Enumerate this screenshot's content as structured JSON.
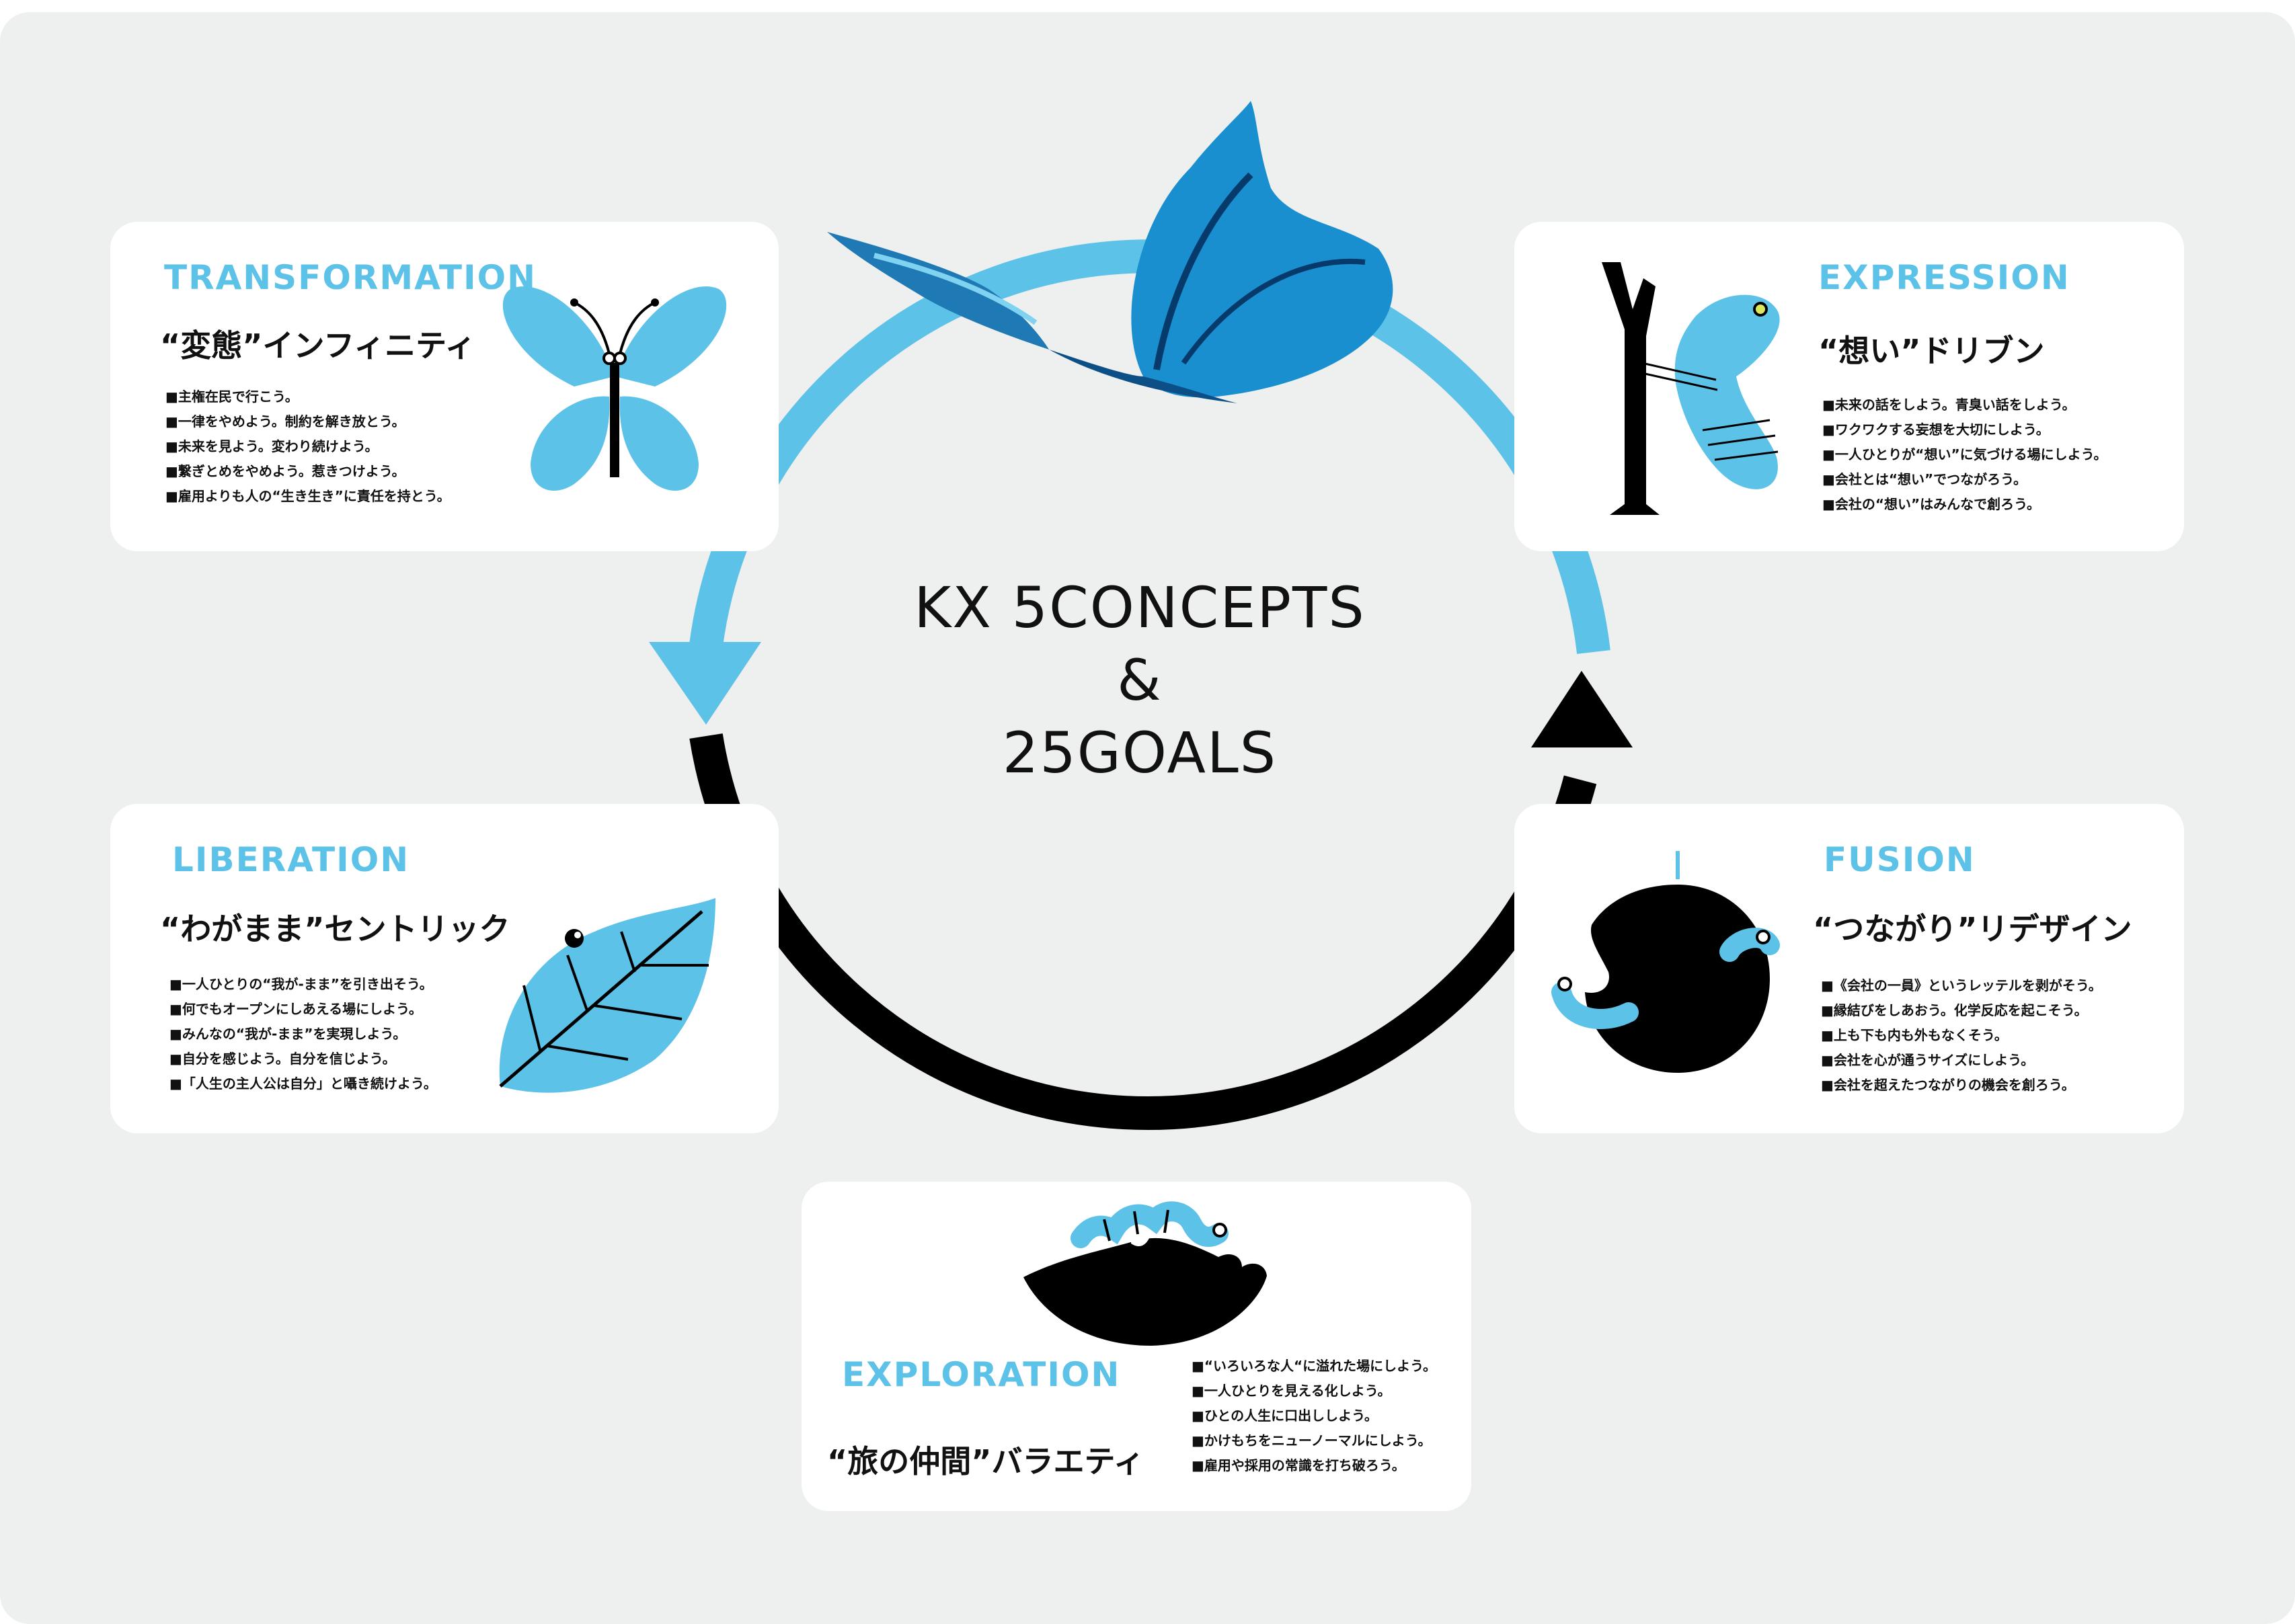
{
  "colors": {
    "background": "#eeefef",
    "card": "#ffffff",
    "accent": "#5dc2e8",
    "dark": "#000000",
    "text": "#111111"
  },
  "center": {
    "line1": "KX 5CONCEPTS",
    "line2": "&",
    "line3": "25GOALS"
  },
  "cards": {
    "transformation": {
      "title": "TRANSFORMATION",
      "subtitle": "“変態”インフィニティ",
      "icon": "butterfly-icon",
      "goals": [
        "■主権在民で行こう。",
        "■一律をやめよう。制約を解き放とう。",
        "■未来を見よう。変わり続けよう。",
        "■繋ぎとめをやめよう。惹きつけよう。",
        "■雇用よりも人の“生き生き”に責任を持とう。"
      ]
    },
    "expression": {
      "title": "EXPRESSION",
      "subtitle": "“想い”ドリブン",
      "icon": "branch-cocoon-icon",
      "goals": [
        "■未来の話をしよう。青臭い話をしよう。",
        "■ワクワクする妄想を大切にしよう。",
        "■一人ひとりが“想い”に気づける場にしよう。",
        "■会社とは“想い”でつながろう。",
        "■会社の“想い”はみんなで創ろう。"
      ]
    },
    "liberation": {
      "title": "LIBERATION",
      "subtitle": "“わがまま”セントリック",
      "icon": "leaf-icon",
      "goals": [
        "■一人ひとりの“我が-まま”を引き出そう。",
        "■何でもオープンにしあえる場にしよう。",
        "■みんなの“我が-まま”を実現しよう。",
        "■自分を感じよう。自分を信じよう。",
        "■「人生の主人公は自分」と囁き続けよう。"
      ]
    },
    "fusion": {
      "title": "FUSION",
      "subtitle": "“つながり”リデザイン",
      "icon": "bitten-apple-worms-icon",
      "goals": [
        "■《会社の一員》というレッテルを剥がそう。",
        "■縁結びをしあおう。化学反応を起こそう。",
        "■上も下も内も外もなくそう。",
        "■会社を心が通うサイズにしよう。",
        "■会社を超えたつながりの機会を創ろう。"
      ]
    },
    "exploration": {
      "title": "EXPLORATION",
      "subtitle": "“旅の仲間”バラエティ",
      "icon": "caterpillar-on-fruit-icon",
      "goals": [
        "■“いろいろな人“に溢れた場にしよう。",
        "■一人ひとりを見える化しよう。",
        "■ひとの人生に口出ししよう。",
        "■かけもちをニューノーマルにしよう。",
        "■雇用や採用の常識を打ち破ろう。"
      ]
    }
  }
}
